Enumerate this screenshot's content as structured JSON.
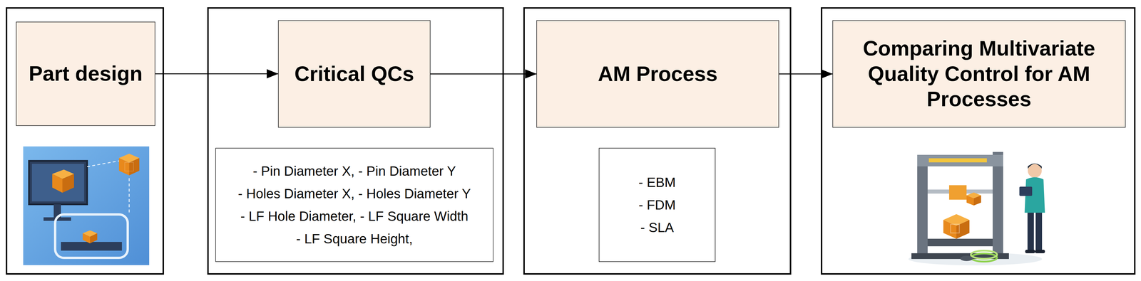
{
  "diagram": {
    "nodes": [
      {
        "text": [
          "Part design"
        ]
      },
      {
        "text": [
          "Critical QCs"
        ]
      },
      {
        "text": [
          "- Pin Diameter X, - Pin Diameter Y",
          "- Holes Diameter X, - Holes Diameter Y",
          "- LF Hole Diameter, - LF Square Width",
          "- LF Square Height,"
        ]
      },
      {
        "text": [
          "AM Process"
        ]
      },
      {
        "text": [
          "- EBM",
          "- FDM",
          "- SLA"
        ]
      },
      {
        "text": [
          "Comparing Multivariate Quality Control for AM Processes"
        ]
      }
    ],
    "edges": [
      {
        "from": 0,
        "to": 1,
        "arrow": "to"
      },
      {
        "from": 1,
        "to": 3,
        "arrow": "to"
      },
      {
        "from": 3,
        "to": 5,
        "arrow": "to"
      }
    ]
  }
}
